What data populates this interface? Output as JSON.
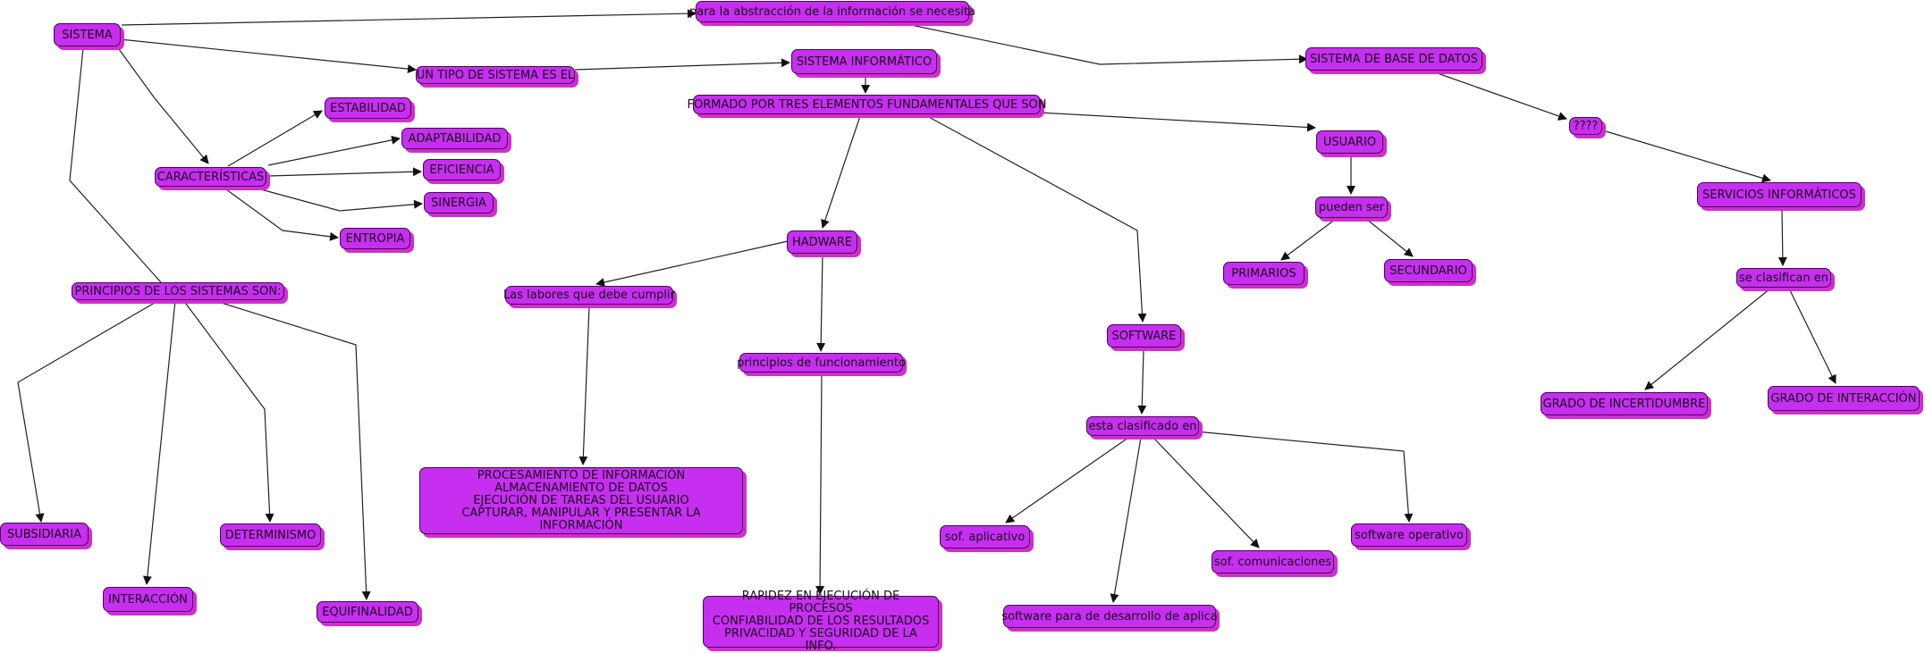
{
  "colors": {
    "node_fill": "#c62ff0",
    "node_shadow": "#d62ad6",
    "line": "#222222"
  },
  "nodes": {
    "sistema": "SISTEMA",
    "abstraccion": "para la abstracción de la información se necesita",
    "tipo": "UN TIPO DE SISTEMA ES EL",
    "informatico": "SISTEMA INFORMÁTICO",
    "base_datos": "SISTEMA DE BASE DE DATOS",
    "formado": "FORMADO POR TRES ELEMENTOS FUNDAMENTALES QUE SON",
    "estabilidad": "ESTABILIDAD",
    "adaptabilidad": "ADAPTABILIDAD",
    "eficiencia": "EFICIENCIA",
    "sinergia": "SINERGIA",
    "entropia": "ENTROPIA",
    "caracteristicas": "CARACTERÍSTICAS",
    "principios": "PRINCIPIOS DE LOS SISTEMAS SON:",
    "subsidiaria": "SUBSIDIARIA",
    "interaccion": "INTERACCIÓN",
    "determinismo": "DETERMINISMO",
    "equifinalidad": "EQUIFINALIDAD",
    "hadware": "HADWARE",
    "labores": "Las labores que debe cumplir",
    "funcionamiento": "principios de funcionamiento",
    "procesamiento": "PROCESAMIENTO DE INFORMACIÓN\nALMACENAMIENTO DE DATOS\nEJECUCIÓN DE TAREAS DEL USUARIO\nCAPTURAR, MANIPULAR Y PRESENTAR LA INFORMACIÓN",
    "rapidez": "RAPIDEZ EN EJECUCIÓN DE PROCESOS\nCONFIABILIDAD DE LOS RESULTADOS\nPRIVACIDAD Y SEGURIDAD DE LA INFO.",
    "usuario": "USUARIO",
    "pueden_ser": "pueden ser",
    "primarios": "PRIMARIOS",
    "secundario": "SECUNDARIO",
    "software": "SOFTWARE",
    "clasificado": "esta clasificado en",
    "aplicativo": "sof. aplicativo",
    "comunicaciones": "sof. comunicaciones",
    "operativo": "software operativo",
    "desarrollo": "software para de desarrollo de aplica",
    "interrogantes": "????",
    "servicios": "SERVICIOS INFORMÁTICOS",
    "se_clasifican": "se clasifican en",
    "incertidumbre": "GRADO DE INCERTIDUMBRE",
    "grado_interaccion": "GRADO DE INTERACCIÓN"
  }
}
